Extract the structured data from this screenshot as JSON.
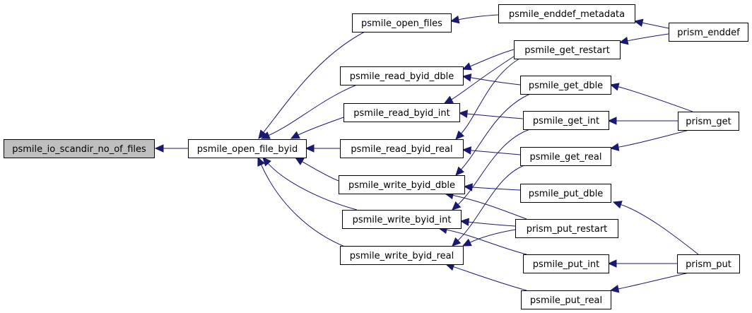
{
  "diagram": {
    "type": "call-graph",
    "edge_color": "#191970",
    "root_fill": "#bfbfbf",
    "nodes": [
      {
        "id": "io_scandir",
        "label": "psmile_io_scandir_no_of_files",
        "root": true
      },
      {
        "id": "open_file_byid",
        "label": "psmile_open_file_byid"
      },
      {
        "id": "open_files",
        "label": "psmile_open_files"
      },
      {
        "id": "read_dble",
        "label": "psmile_read_byid_dble"
      },
      {
        "id": "read_int",
        "label": "psmile_read_byid_int"
      },
      {
        "id": "read_real",
        "label": "psmile_read_byid_real"
      },
      {
        "id": "write_dble",
        "label": "psmile_write_byid_dble"
      },
      {
        "id": "write_int",
        "label": "psmile_write_byid_int"
      },
      {
        "id": "write_real",
        "label": "psmile_write_byid_real"
      },
      {
        "id": "enddef_meta",
        "label": "psmile_enddef_metadata"
      },
      {
        "id": "get_restart",
        "label": "psmile_get_restart"
      },
      {
        "id": "get_dble",
        "label": "psmile_get_dble"
      },
      {
        "id": "get_int",
        "label": "psmile_get_int"
      },
      {
        "id": "get_real",
        "label": "psmile_get_real"
      },
      {
        "id": "put_dble",
        "label": "psmile_put_dble"
      },
      {
        "id": "put_restart",
        "label": "prism_put_restart"
      },
      {
        "id": "put_int",
        "label": "psmile_put_int"
      },
      {
        "id": "put_real",
        "label": "psmile_put_real"
      },
      {
        "id": "prism_enddef",
        "label": "prism_enddef"
      },
      {
        "id": "prism_get",
        "label": "prism_get"
      },
      {
        "id": "prism_put",
        "label": "prism_put"
      }
    ],
    "edges": [
      {
        "from": "open_file_byid",
        "to": "io_scandir"
      },
      {
        "from": "open_files",
        "to": "open_file_byid"
      },
      {
        "from": "read_dble",
        "to": "open_file_byid"
      },
      {
        "from": "read_int",
        "to": "open_file_byid"
      },
      {
        "from": "read_real",
        "to": "open_file_byid"
      },
      {
        "from": "write_dble",
        "to": "open_file_byid"
      },
      {
        "from": "write_int",
        "to": "open_file_byid"
      },
      {
        "from": "write_real",
        "to": "open_file_byid"
      },
      {
        "from": "enddef_meta",
        "to": "open_files"
      },
      {
        "from": "prism_enddef",
        "to": "enddef_meta"
      },
      {
        "from": "prism_enddef",
        "to": "get_restart"
      },
      {
        "from": "get_restart",
        "to": "read_dble"
      },
      {
        "from": "get_restart",
        "to": "read_int"
      },
      {
        "from": "get_restart",
        "to": "read_real"
      },
      {
        "from": "get_dble",
        "to": "read_dble"
      },
      {
        "from": "get_dble",
        "to": "write_dble"
      },
      {
        "from": "get_int",
        "to": "read_int"
      },
      {
        "from": "get_int",
        "to": "write_int"
      },
      {
        "from": "get_real",
        "to": "read_real"
      },
      {
        "from": "get_real",
        "to": "write_real"
      },
      {
        "from": "put_dble",
        "to": "write_dble"
      },
      {
        "from": "put_restart",
        "to": "write_dble"
      },
      {
        "from": "put_restart",
        "to": "write_int"
      },
      {
        "from": "put_restart",
        "to": "write_real"
      },
      {
        "from": "put_int",
        "to": "write_int"
      },
      {
        "from": "put_real",
        "to": "write_real"
      },
      {
        "from": "prism_get",
        "to": "get_dble"
      },
      {
        "from": "prism_get",
        "to": "get_int"
      },
      {
        "from": "prism_get",
        "to": "get_real"
      },
      {
        "from": "prism_put",
        "to": "put_dble"
      },
      {
        "from": "prism_put",
        "to": "put_int"
      },
      {
        "from": "prism_put",
        "to": "put_real"
      }
    ]
  }
}
